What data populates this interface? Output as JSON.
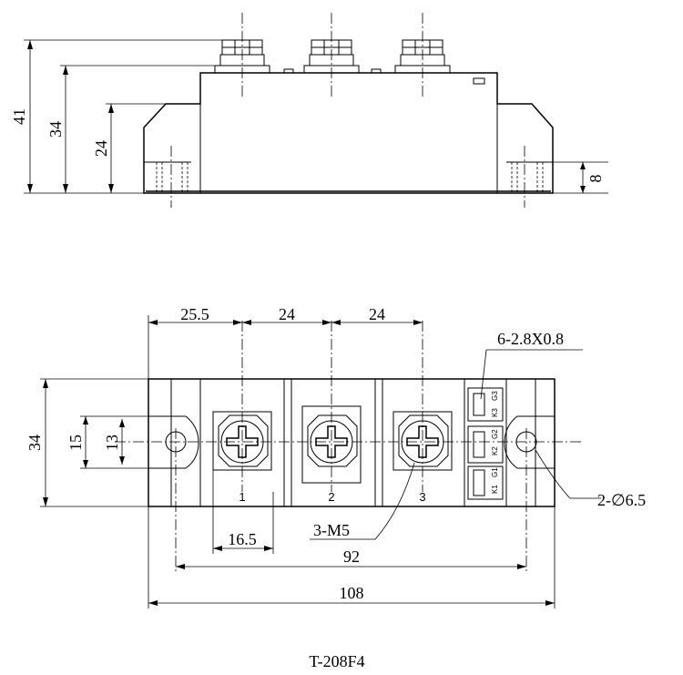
{
  "side_view": {
    "dims": {
      "height_total": "41",
      "height_body": "34",
      "height_base": "24",
      "foot_height": "8"
    }
  },
  "top_view": {
    "dims": {
      "pitch_first": "25.5",
      "pitch_second": "24",
      "pitch_third": "24",
      "width": "34",
      "boss_width": "15",
      "boss_inner": "13",
      "terminal_offset": "16.5",
      "mount_spacing": "92",
      "overall_length": "108"
    },
    "callouts": {
      "tabs": "6-2.8X0.8",
      "screws": "3-M5",
      "holes": "2-∅6.5"
    },
    "terminal_numbers": [
      "1",
      "2",
      "3"
    ],
    "pins": [
      {
        "a": "K3",
        "b": "G3"
      },
      {
        "a": "K2",
        "b": "G2"
      },
      {
        "a": "K1",
        "b": "G1"
      }
    ]
  },
  "caption": "T-208F4"
}
